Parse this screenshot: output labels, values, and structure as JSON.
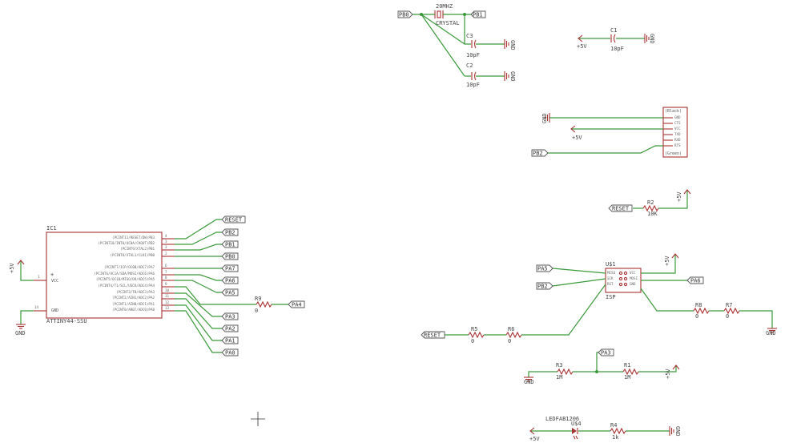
{
  "ic1": {
    "name": "IC1",
    "value": "ATTINY44-SSU",
    "vcc_label": "VCC",
    "gnd_label": "GND",
    "vcc_pin": "1",
    "gnd_pin": "14",
    "pins": [
      {
        "num": "4",
        "func": "(PCINT11/RESET/DW)PB3"
      },
      {
        "num": "3",
        "func": "(PCINT10/INT0/OC0A/CKOUT)PB2"
      },
      {
        "num": "3",
        "func": "(PCINT9/XTAL2)PB1"
      },
      {
        "num": "2",
        "func": "(PCINT8/XTAL1/CLKI)PB0"
      },
      {
        "num": "6",
        "func": "(PCINT7/ICP/OC0B/ADC7)PA7"
      },
      {
        "num": "7",
        "func": "(PCINT6/OC1A/SDA/MOSI/ADC6)PA6"
      },
      {
        "num": "8",
        "func": "(PCINT5/OC1B/MISO/DO/ADC5)PA5"
      },
      {
        "num": "9",
        "func": "(PCINT4/T1/SCL/USCK/ADC4)PA4"
      },
      {
        "num": "10",
        "func": "(PCINT3/T0/ADC3)PA3"
      },
      {
        "num": "11",
        "func": "(PCINT2/AIN1/ADC2)PA2"
      },
      {
        "num": "12",
        "func": "(PCINT1/AIN0/ADC1)PA1"
      },
      {
        "num": "13",
        "func": "(PCINT0/AREF/ADC0)PA0"
      }
    ]
  },
  "nets": {
    "reset": "RESET",
    "pb2": "PB2",
    "pb1": "PB1",
    "pb0": "PB0",
    "pa7": "PA7",
    "pa6": "PA6",
    "pa5": "PA5",
    "pa4": "PA4",
    "pa3": "PA3",
    "pa2": "PA2",
    "pa1": "PA1",
    "pa0": "PA0",
    "vcc": "+5V",
    "gnd": "GND"
  },
  "crystal": {
    "value": "20MHZ",
    "name": "CRYSTAL"
  },
  "c3": {
    "name": "C3",
    "value": "10pF"
  },
  "c2": {
    "name": "C2",
    "value": "10pF"
  },
  "c1": {
    "name": "C1",
    "value": "10pF"
  },
  "ftdi": {
    "top": "(Black)",
    "bottom": "(Green)",
    "pins": [
      "GND",
      "CTS",
      "VCC",
      "TXD",
      "RXD",
      "RTS"
    ]
  },
  "r2": {
    "name": "R2",
    "value": "10K"
  },
  "r9": {
    "name": "R9",
    "value": "0"
  },
  "isp": {
    "name": "U$1",
    "value": "ISP",
    "left_pins": [
      "MISO",
      "SCK",
      "RST"
    ],
    "right_pins": [
      "VCC",
      "MOSI",
      "GND"
    ]
  },
  "r5": {
    "name": "R5",
    "value": "0"
  },
  "r6": {
    "name": "R6",
    "value": "0"
  },
  "r8": {
    "name": "R8",
    "value": "0"
  },
  "r7": {
    "name": "R7",
    "value": "0"
  },
  "r3": {
    "name": "R3",
    "value": "1M"
  },
  "r1": {
    "name": "R1",
    "value": "1M"
  },
  "led": {
    "name": "U$4",
    "value": "LEDFAB1206"
  },
  "r4": {
    "name": "R4",
    "value": "1k"
  }
}
